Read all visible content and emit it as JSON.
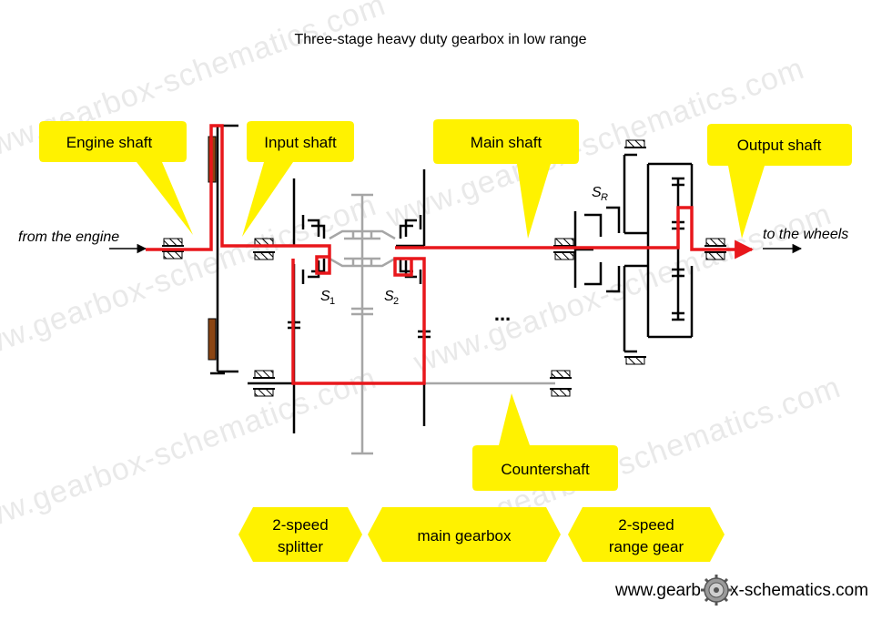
{
  "diagram": {
    "title": "Three-stage  heavy duty gearbox in low range",
    "input_label": "from the engine",
    "output_label": "to the wheels",
    "callouts": {
      "engine_shaft": "Engine shaft",
      "input_shaft": "Input shaft",
      "main_shaft": "Main shaft",
      "output_shaft": "Output shaft",
      "countershaft": "Countershaft"
    },
    "synchronizers": {
      "s1": {
        "letter": "S",
        "sub": "1"
      },
      "s2": {
        "letter": "S",
        "sub": "2"
      },
      "sr": {
        "letter": "S",
        "sub": "R"
      }
    },
    "ellipsis": "...",
    "sections": {
      "splitter_line1": "2-speed",
      "splitter_line2": "splitter",
      "main": "main gearbox",
      "range_line1": "2-speed",
      "range_line2": "range gear"
    },
    "watermark": "www.gearbox-schematics.com",
    "site": {
      "left": "www.gearb",
      "right": "x-schematics.com"
    },
    "colors": {
      "power_flow": "#e8171b",
      "callout_fill": "#fff200",
      "shaft": "#000000",
      "idle_gear": "#a6a6a6",
      "clutch_friction": "#8b4513"
    }
  }
}
